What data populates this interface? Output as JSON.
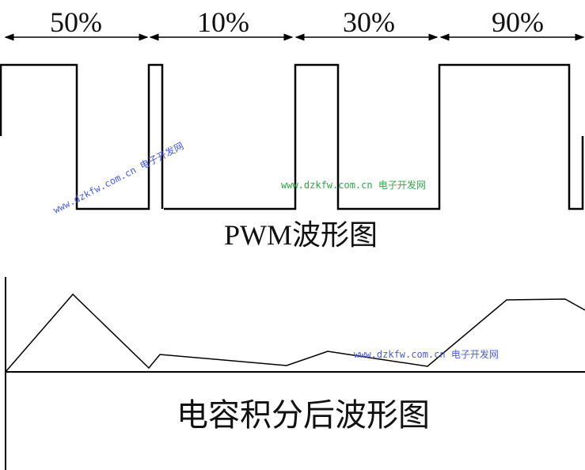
{
  "duty_cycles": [
    {
      "label": "50%",
      "value": 50
    },
    {
      "label": "10%",
      "value": 10
    },
    {
      "label": "30%",
      "value": 30
    },
    {
      "label": "90%",
      "value": 90
    }
  ],
  "pwm_title": "PWM波形图",
  "integrated_title": "电容积分后波形图",
  "watermarks": [
    "www.dzkfw.com.cn 电子开发网",
    "www.dzkfw.com.cn 电子开发网",
    "www.dzkfw.com.cn 电子开发网"
  ],
  "colors": {
    "line": "#000000",
    "watermark_blue": "#4a5ce0",
    "watermark_green": "#2ea84a"
  }
}
